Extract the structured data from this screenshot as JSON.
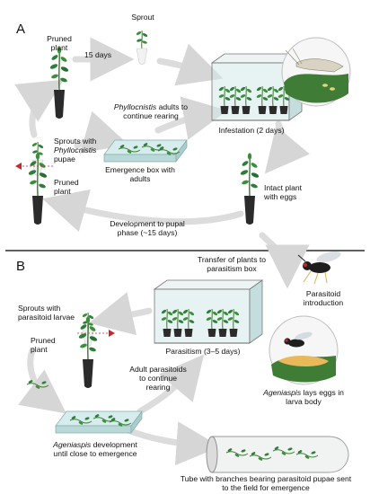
{
  "panel_a": {
    "letter": "A",
    "sprout": "Sprout",
    "pruned_plant": [
      "Pruned",
      "plant"
    ],
    "days_15": "15 days",
    "adults_to_rearing": {
      "genus": "Phyllocnistis",
      "rest": " adults to",
      "line2": "continue rearing"
    },
    "infestation": "Infestation (2 days)",
    "sprouts_with_pupae": {
      "line1": "Sprouts with",
      "genus": "Phyllocnistis",
      "line3": "pupae"
    },
    "emergence_box": [
      "Emergence box with",
      "adults"
    ],
    "pruned_plant_2": [
      "Pruned",
      "plant"
    ],
    "intact_plant": [
      "Intact plant",
      "with eggs"
    ],
    "development": [
      "Development to pupal",
      "phase (~15 days)"
    ]
  },
  "panel_b": {
    "letter": "B",
    "transfer": [
      "Transfer of plants to",
      "parasitism box"
    ],
    "parasitoid_intro": [
      "Parasitoid",
      "introduction"
    ],
    "sprouts_with_larvae": [
      "Sprouts with",
      "parasitoid larvae"
    ],
    "pruned_plant": [
      "Pruned",
      "plant"
    ],
    "parasitism": "Parasitism (3–5 days)",
    "adult_parasitoids": [
      "Adult parasitoids",
      "to continue",
      "rearing"
    ],
    "lays_eggs": {
      "genus": "Ageniaspis",
      "rest": " lays eggs in",
      "line2": "larva body"
    },
    "development": {
      "genus": "Ageniaspis",
      "rest": " development",
      "line2": "until close to emergence"
    },
    "tube": [
      "Tube with branches bearing parasitoid pupae sent",
      "to the field for emergence"
    ]
  },
  "colors": {
    "arrow": "#d9d9d9",
    "pot": "#2b2b2b",
    "leaf": "#2f7d3a",
    "glass": "#cfe6e6",
    "divider": "#000000",
    "marker": "#d4202a"
  }
}
